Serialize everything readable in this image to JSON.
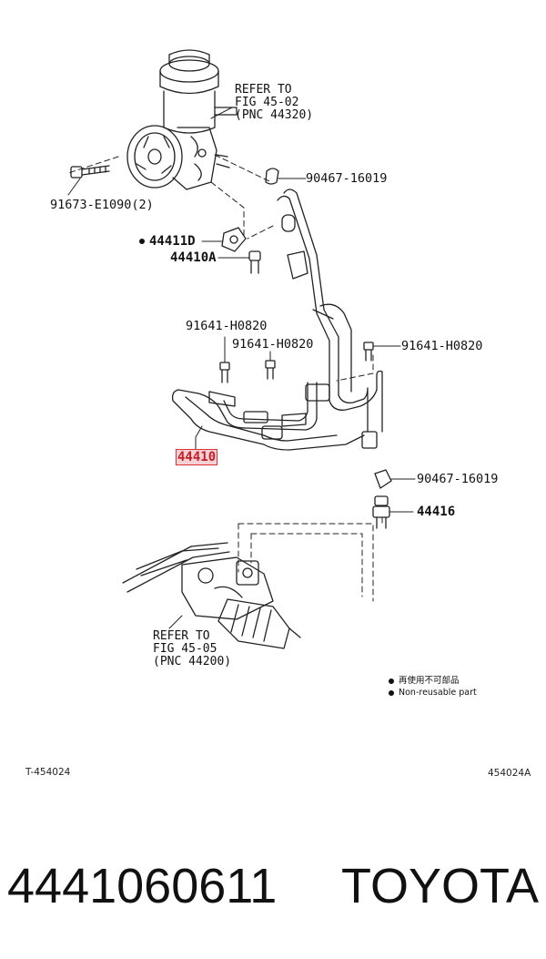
{
  "callouts": {
    "refer_pump": [
      "REFER TO",
      "FIG 45-02",
      "(PNC 44320)"
    ],
    "bolt_91673": "91673-E1090(2)",
    "clip_90467_top": "90467-16019",
    "bracket_44411d": "44411D",
    "bolt_44410a": "44410A",
    "bolt_91641_left": "91641-H0820",
    "bolt_91641_mid": "91641-H0820",
    "bolt_91641_right": "91641-H0820",
    "hose_44410": "44410",
    "clip_90467_bottom": "90467-16019",
    "union_44416": "44416",
    "refer_rack": [
      "REFER TO",
      "FIG 45-05",
      "(PNC 44200)"
    ]
  },
  "legend": {
    "line1": "再使用不可部品",
    "line2": "Non-reusable part"
  },
  "figure_ids": {
    "left": "T-454024",
    "right": "454024A"
  },
  "footer": {
    "part_number": "4441060611",
    "brand": "TOYOTA"
  },
  "colors": {
    "highlight_border": "#e0303a",
    "highlight_fill": "#f6d0d3"
  }
}
